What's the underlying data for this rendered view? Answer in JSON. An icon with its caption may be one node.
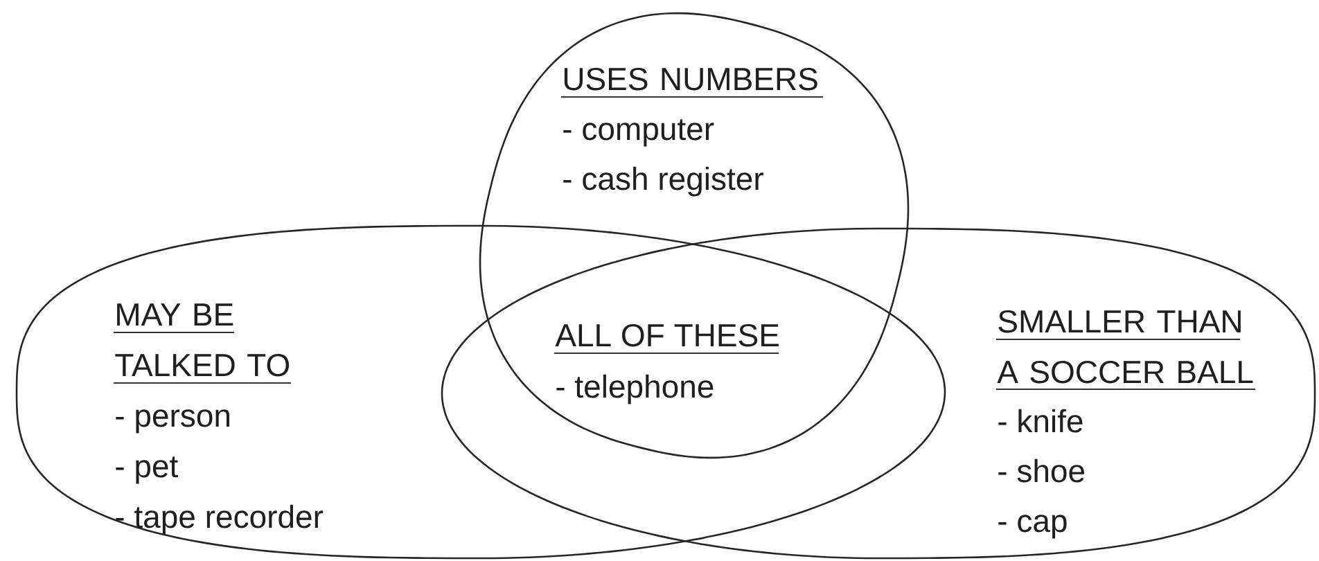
{
  "diagram": {
    "nodes": [
      {
        "text": [
          "USES NUMBERS",
          "- computer",
          "- cash register"
        ]
      },
      {
        "text": [
          "MAY BE TALKED TO",
          "- person",
          "- pet",
          "- tape recorder"
        ]
      },
      {
        "text": [
          "SMALLER THAN A SOCCER BALL",
          "- knife",
          "- shoe",
          "- cap"
        ]
      }
    ],
    "labels": [
      "ALL OF THESE",
      "- telephone"
    ]
  }
}
